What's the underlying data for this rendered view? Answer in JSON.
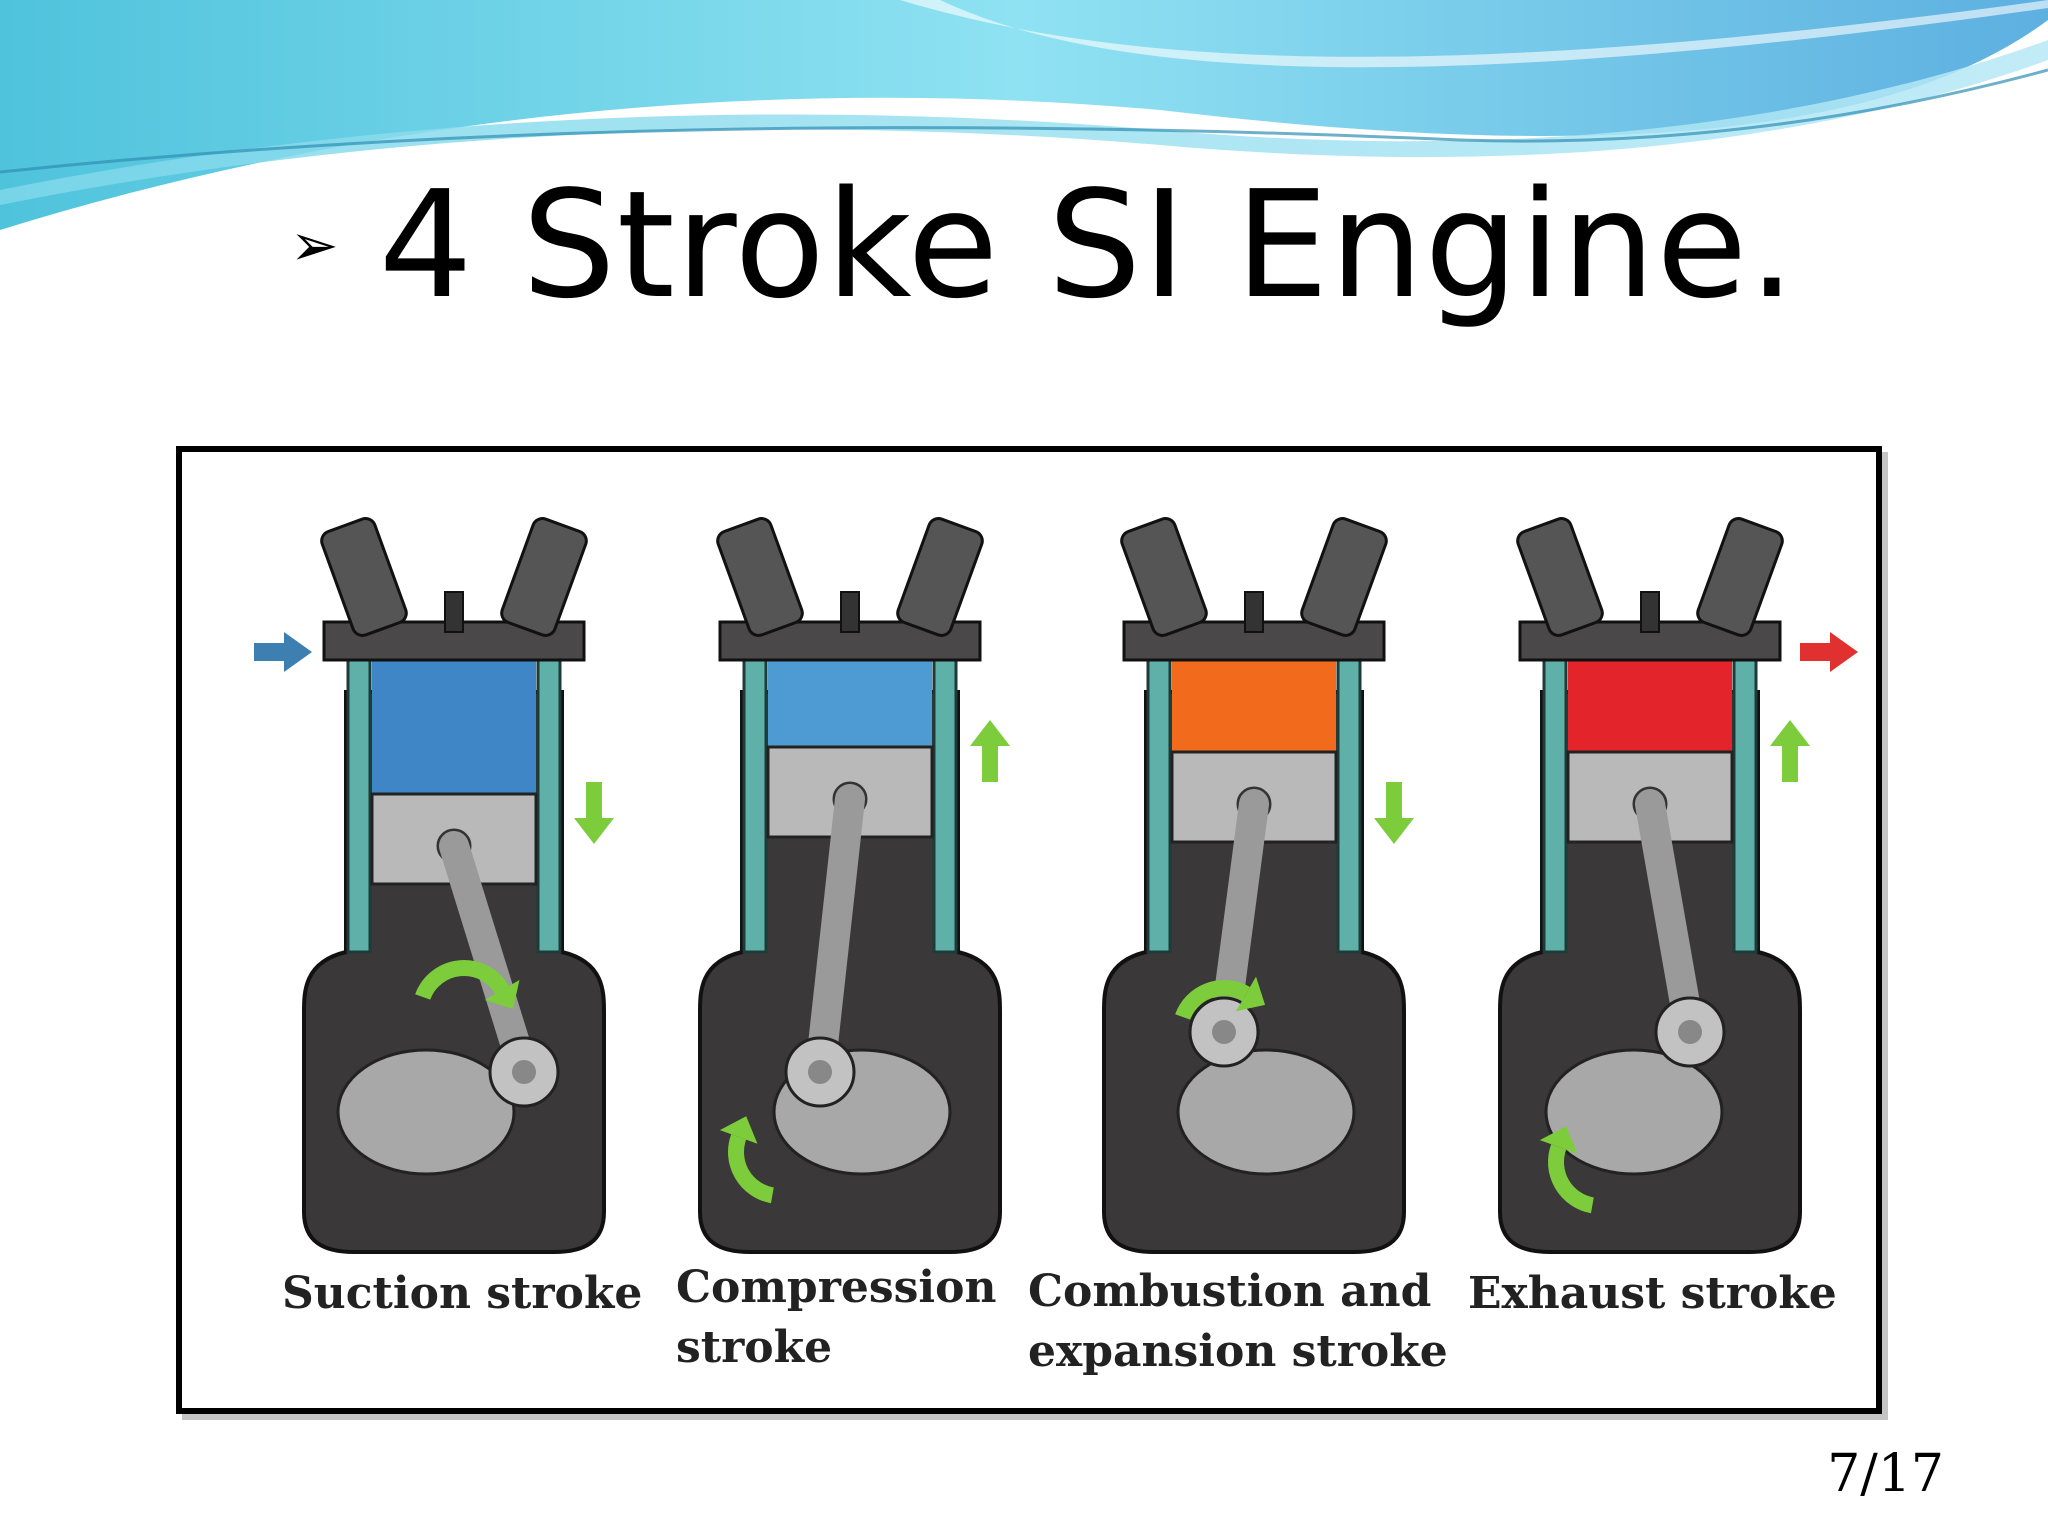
{
  "slide": {
    "title_bullet": "➢",
    "title": "4 Stroke SI Engine.",
    "page_number": "7/17"
  },
  "figure": {
    "strokes": [
      {
        "label_line1": "Suction stroke",
        "label_line2": "",
        "gas_color": "#3f86c6",
        "piston_motion": "down",
        "flow_arrow": "in"
      },
      {
        "label_line1": "Compression",
        "label_line2": "stroke",
        "gas_color": "#4e9ad2",
        "piston_motion": "up",
        "flow_arrow": ""
      },
      {
        "label_line1": "Combustion and",
        "label_line2": "expansion stroke",
        "gas_color": "#f26b1c",
        "piston_motion": "down",
        "flow_arrow": ""
      },
      {
        "label_line1": "Exhaust stroke",
        "label_line2": "",
        "gas_color": "#e3242b",
        "piston_motion": "up",
        "flow_arrow": "out"
      }
    ]
  },
  "colors": {
    "cylinder_wall": "#5fb0a8",
    "crankcase": "#3a3838",
    "motion_arrow": "#7ccc3c",
    "intake_arrow": "#3c7fb0",
    "exhaust_arrow": "#e0302f",
    "metal": "#b9b9b9"
  },
  "icons": {
    "title_bullet": "arrowhead-bullet-icon",
    "motion": "green-arrow-icon",
    "rotation": "curved-rotation-arrow-icon"
  }
}
